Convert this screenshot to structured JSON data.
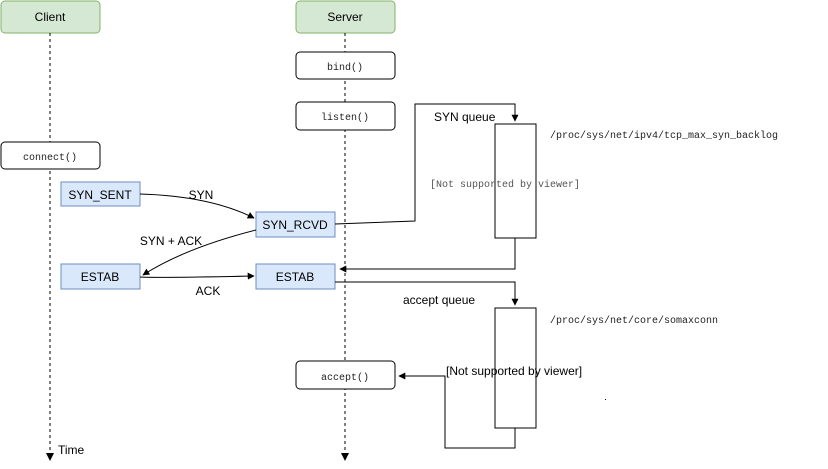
{
  "lifelines": {
    "client": "Client",
    "server": "Server",
    "time_label": "Time"
  },
  "calls": {
    "bind": "bind()",
    "listen": "listen()",
    "connect": "connect()",
    "accept": "accept()"
  },
  "states": {
    "syn_sent": "SYN_SENT",
    "syn_rcvd": "SYN_RCVD",
    "client_estab": "ESTAB",
    "server_estab": "ESTAB"
  },
  "messages": {
    "syn": "SYN",
    "syn_ack": "SYN + ACK",
    "ack": "ACK"
  },
  "queues": {
    "syn_queue_label": "SYN queue",
    "syn_queue_path": "/proc/sys/net/ipv4/tcp_max_syn_backlog",
    "syn_queue_placeholder": "[Not supported by viewer]",
    "accept_queue_label": "accept queue",
    "accept_queue_path": "/proc/sys/net/core/somaxconn",
    "accept_queue_placeholder": "[Not supported by viewer]"
  },
  "colors": {
    "lifeline_head_fill": "#d5e8d4",
    "lifeline_head_stroke": "#82b366",
    "state_fill": "#dae8fc",
    "state_stroke": "#6c8ebf",
    "line": "#000000"
  }
}
